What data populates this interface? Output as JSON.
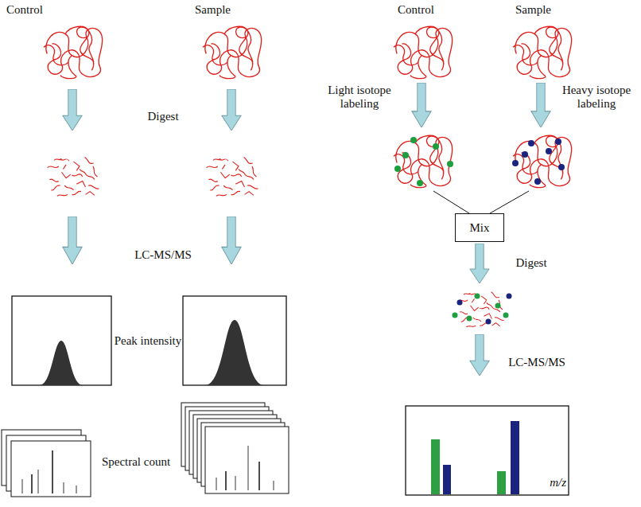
{
  "diagram": {
    "nodes": [
      {
        "text": [
          "Mix"
        ]
      }
    ],
    "labels": [
      "Control",
      "Sample",
      "Digest",
      "LC-MS/MS",
      "Peak intensity",
      "Spectral count",
      "Control",
      "Sample",
      "Light isotope labeling",
      "Heavy isotope labeling",
      "Digest",
      "LC-MS/MS",
      "m/z"
    ]
  }
}
